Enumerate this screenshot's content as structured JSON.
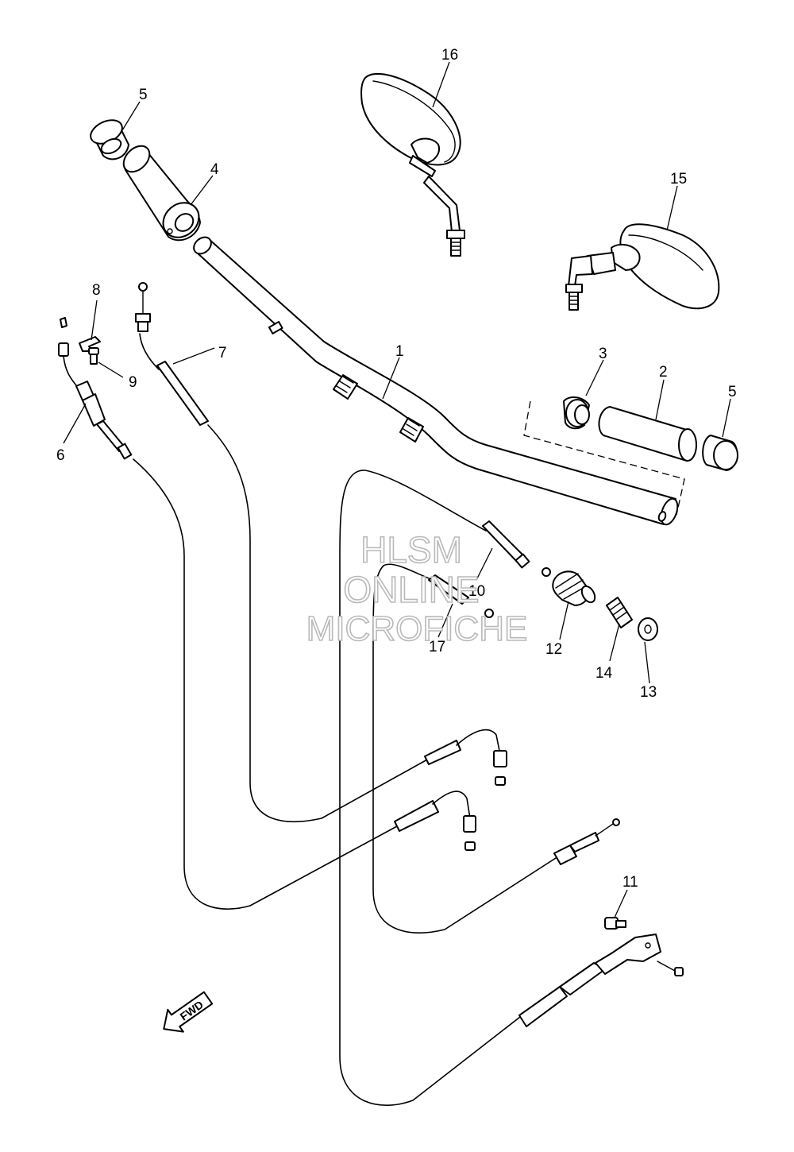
{
  "callouts": {
    "c1": "1",
    "c2": "2",
    "c3": "3",
    "c4": "4",
    "c5a": "5",
    "c5b": "5",
    "c6": "6",
    "c7": "7",
    "c8": "8",
    "c9": "9",
    "c10": "10",
    "c11": "11",
    "c12": "12",
    "c13": "13",
    "c14": "14",
    "c15": "15",
    "c16": "16",
    "c17": "17"
  },
  "watermark": {
    "line1": "HLSM",
    "line2": "ONLINE",
    "line3": "MICROFICHE"
  },
  "direction_marker": {
    "label": "FWD"
  }
}
